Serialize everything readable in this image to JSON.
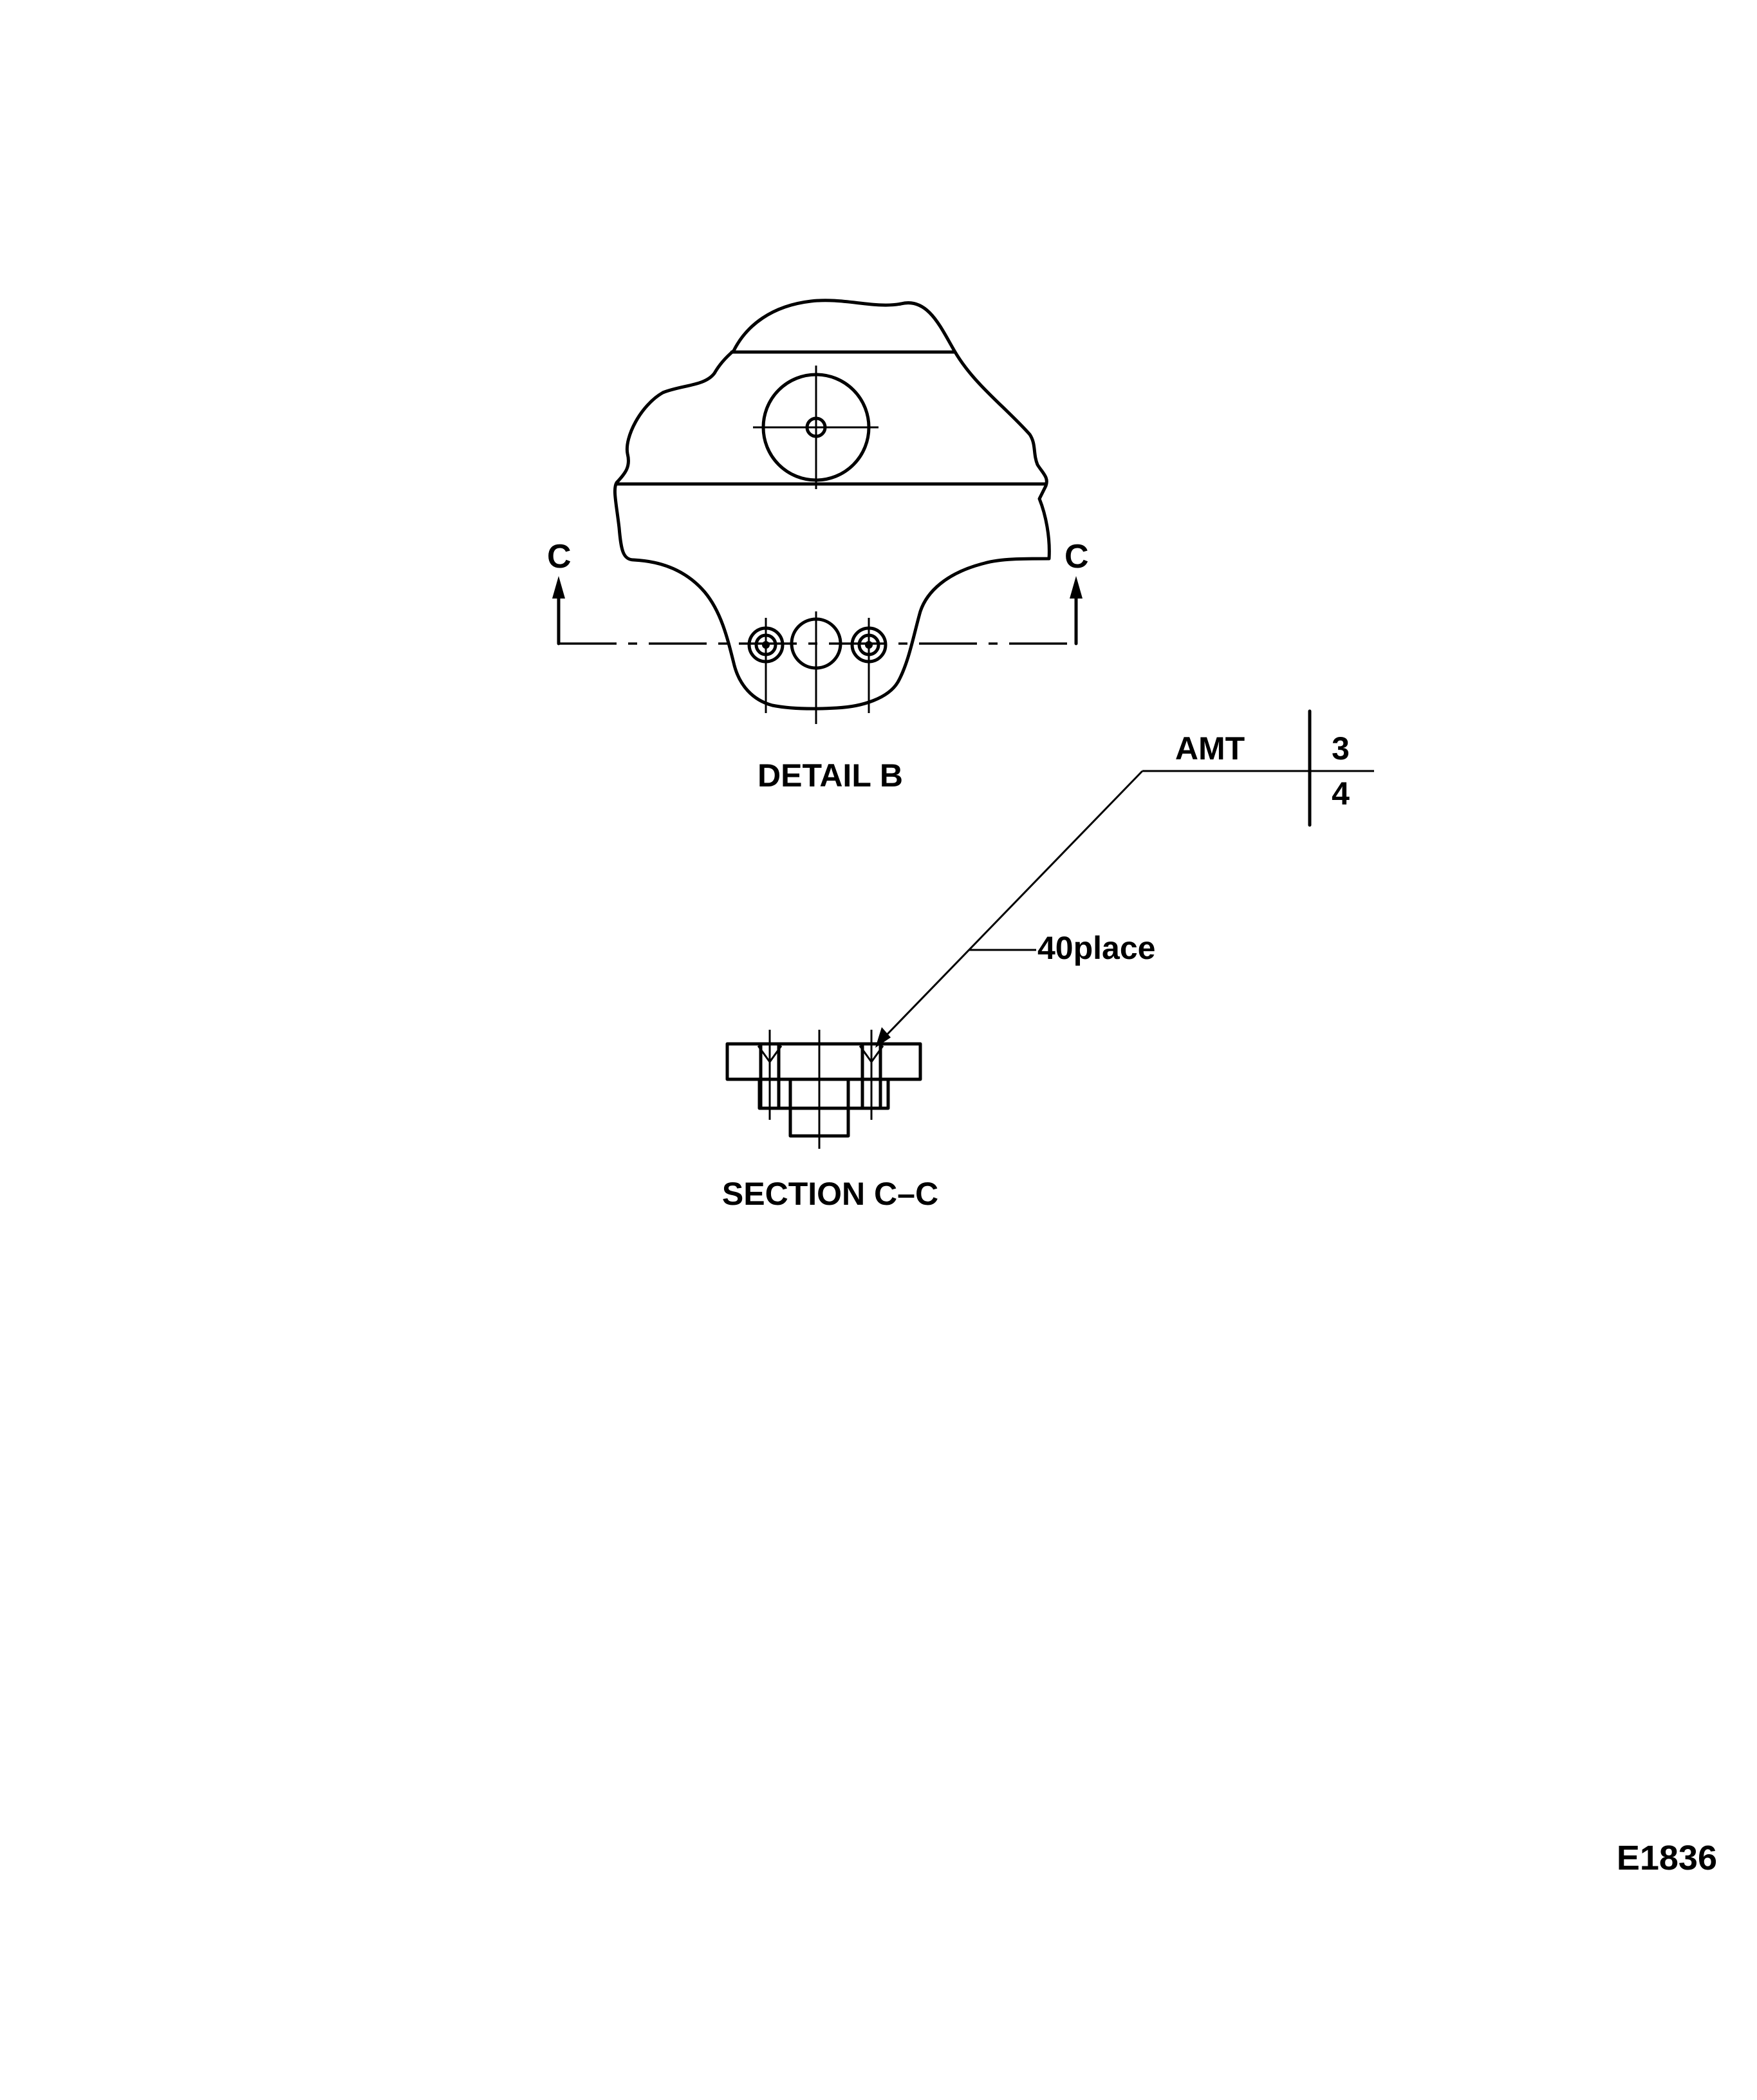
{
  "detail_view": {
    "section_mark_left": "C",
    "section_mark_right": "C",
    "caption": "DETAIL B"
  },
  "section_view": {
    "caption": "SECTION C–C"
  },
  "callout": {
    "amt_label": "AMT",
    "amt_top": "3",
    "amt_bottom": "4",
    "note": "40place"
  },
  "figure_id": "E1836"
}
